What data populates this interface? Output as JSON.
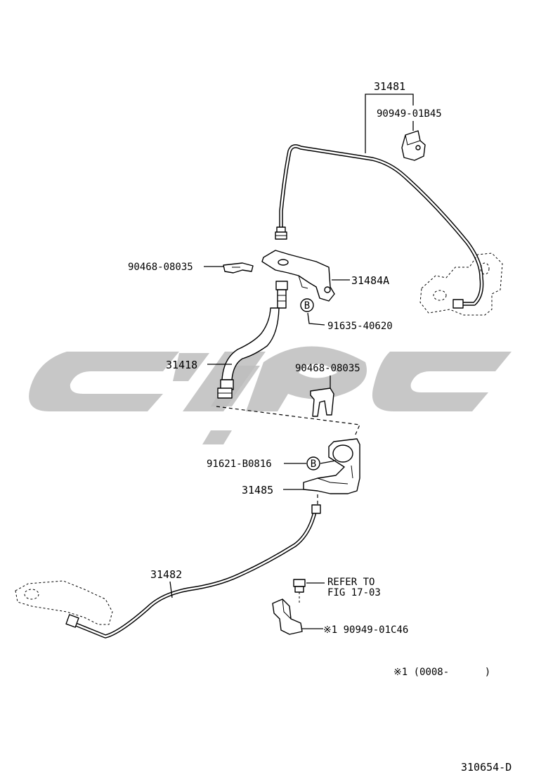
{
  "labels": {
    "p31481": "31481",
    "p90949_01B45": "90949-01B45",
    "p90468_08035_a": "90468-08035",
    "p31484A": "31484A",
    "p91635_40620": "91635-40620",
    "p31418": "31418",
    "p90468_08035_b": "90468-08035",
    "p91621_B0816": "91621-B0816",
    "p31485": "31485",
    "p31482": "31482",
    "refer_line1": "REFER TO",
    "refer_line2": "FIG 17-03",
    "p90949_01C46": "※1 90949-01C46",
    "marker_b1": "B",
    "marker_b2": "B",
    "note": "※1 (0008-      )",
    "drawing_number": "310654-D"
  },
  "colors": {
    "line": "#000000",
    "watermark": "#bdbdbd",
    "background": "#ffffff"
  }
}
